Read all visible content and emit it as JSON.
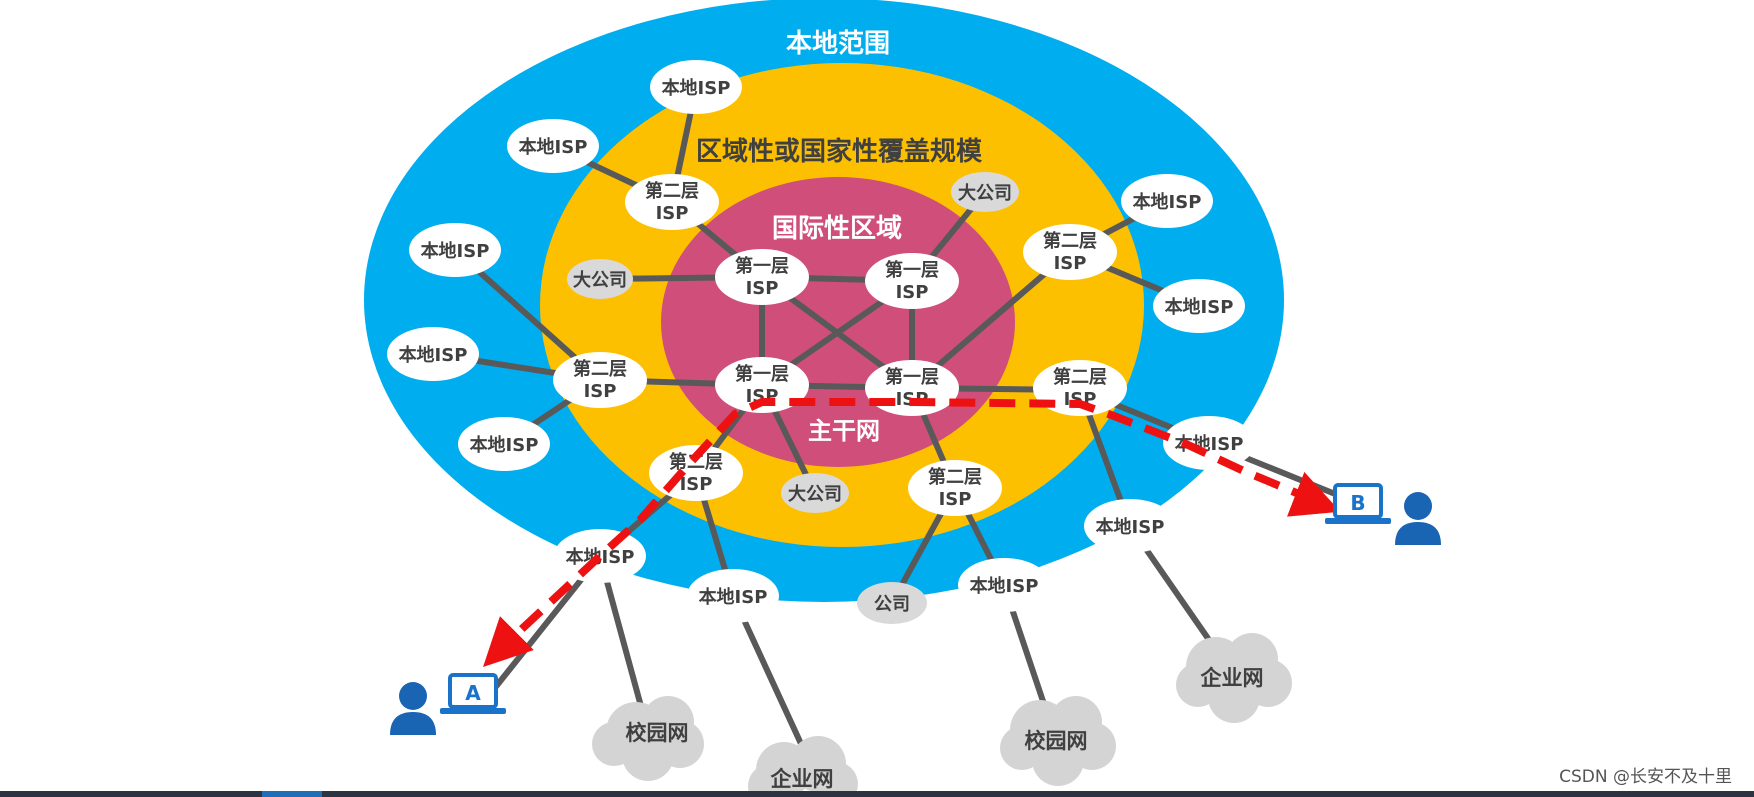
{
  "colors": {
    "outer_zone": "#00adef",
    "middle_zone": "#fdc000",
    "inner_zone": "#cf4e7a",
    "node_fill": "#ffffff",
    "node_fill_gray": "#d9d9d9",
    "node_text": "#404040",
    "link": "#595959",
    "path": "#ee1111",
    "computer": "#1a73c8",
    "person": "#1a64b4",
    "cloud": "#d4d4d4"
  },
  "zones": {
    "outer_label": "本地范围",
    "middle_label": "区域性或国家性覆盖规模",
    "inner_label": "国际性区域",
    "backbone_label": "主干网"
  },
  "tier1": [
    {
      "line1": "第一层",
      "line2": "ISP"
    },
    {
      "line1": "第一层",
      "line2": "ISP"
    },
    {
      "line1": "第一层",
      "line2": "ISP"
    },
    {
      "line1": "第一层",
      "line2": "ISP"
    }
  ],
  "tier2": [
    {
      "line1": "第二层",
      "line2": "ISP"
    },
    {
      "line1": "第二层",
      "line2": "ISP"
    },
    {
      "line1": "第二层",
      "line2": "ISP"
    },
    {
      "line1": "第二层",
      "line2": "ISP"
    },
    {
      "line1": "第二层",
      "line2": "ISP"
    },
    {
      "line1": "第二层",
      "line2": "ISP"
    }
  ],
  "local_isp_label": "本地ISP",
  "big_company_label": "大公司",
  "company_label": "公司",
  "clouds": {
    "campus_1": "校园网",
    "enterprise_1": "企业网",
    "campus_2": "校园网",
    "enterprise_2": "企业网"
  },
  "hosts": {
    "a": "A",
    "b": "B"
  },
  "watermark": "CSDN @长安不及十里"
}
